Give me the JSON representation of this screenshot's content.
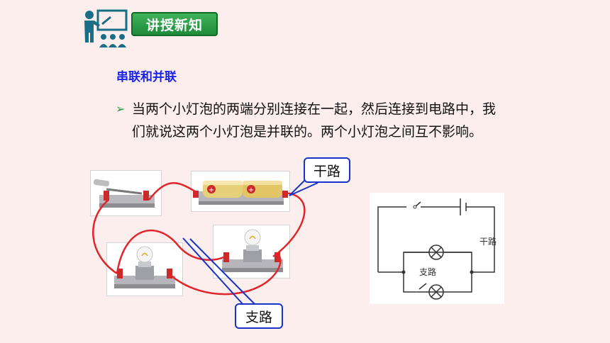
{
  "header": {
    "badge_label": "讲授新知"
  },
  "section": {
    "title": "串联和并联"
  },
  "content": {
    "bullet": "➢",
    "paragraph": "当两个小灯泡的两端分别连接在一起，然后连接到电路中，我们就说这两个小灯泡是并联的。两个小灯泡之间互不影响。"
  },
  "callouts": {
    "main_path": "干路",
    "branch_path": "支路"
  },
  "schematic": {
    "main_path_label": "干路",
    "branch_label": "支路"
  },
  "colors": {
    "wire": "#e0262b",
    "callout_border": "#1733c9",
    "title": "#1b24e6",
    "badge": "#2a9a3c"
  }
}
